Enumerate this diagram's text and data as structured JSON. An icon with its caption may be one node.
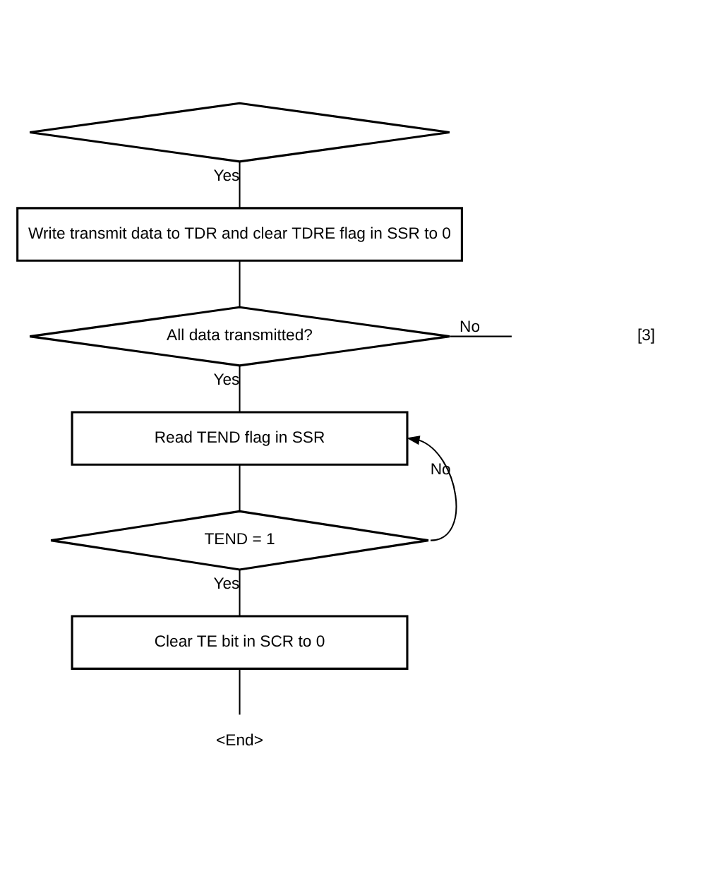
{
  "diagram": {
    "nodes": [
      {
        "text": [],
        "shape": "diamond"
      },
      {
        "text": [
          "Write transmit data to TDR and clear TDRE flag in SSR to 0"
        ]
      },
      {
        "text": [
          "All data transmitted?"
        ]
      },
      {
        "text": [
          "Read TEND flag in SSR"
        ]
      },
      {
        "text": [
          "TEND = 1"
        ]
      },
      {
        "text": [
          "Clear TE bit in SCR to 0"
        ]
      },
      {
        "text": [
          "<End>"
        ]
      }
    ],
    "edges": [
      {
        "from": 0,
        "to": 1,
        "arrow": "none",
        "label": "Yes"
      },
      {
        "from": 1,
        "to": 2,
        "arrow": "none"
      },
      {
        "from": 2,
        "to": null,
        "arrow": "none",
        "label": "No"
      },
      {
        "from": 2,
        "to": 3,
        "arrow": "none",
        "label": "Yes"
      },
      {
        "from": 3,
        "to": 4,
        "arrow": "none"
      },
      {
        "from": 4,
        "to": 3,
        "arrow": "to",
        "label": "No"
      },
      {
        "from": 4,
        "to": 5,
        "arrow": "none",
        "label": "Yes"
      },
      {
        "from": 5,
        "to": 6,
        "arrow": "none"
      }
    ],
    "labels": [
      "[3]"
    ]
  }
}
